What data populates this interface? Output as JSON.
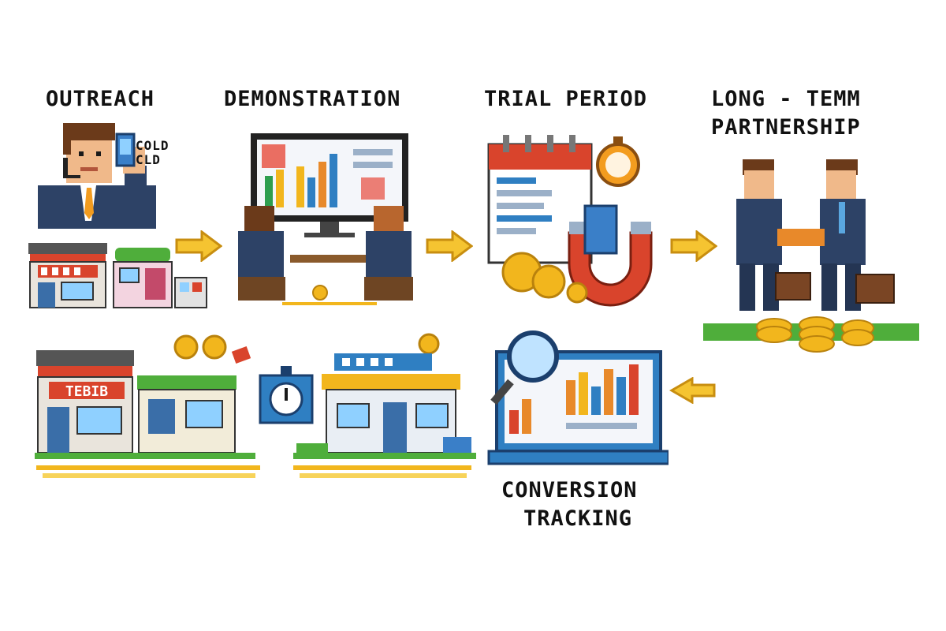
{
  "stages": {
    "outreach": {
      "title": "OUTREACH",
      "phone_text_1": "COLD",
      "phone_text_2": "CLD"
    },
    "demonstration": {
      "title": "DEMONSTRATION"
    },
    "trial": {
      "title": "TRIAL PERIOD"
    },
    "partnership": {
      "title_line1": "LONG - TEMM",
      "title_line2": "PARTNERSHIP"
    },
    "conversion": {
      "title_line1": "CONVERSION",
      "title_line2": "TRACKING"
    }
  },
  "store_signs": {
    "main": "TEBIB"
  },
  "colors": {
    "arrow": "#f5c431",
    "arrow_outline": "#c88e10",
    "suit": "#2d4266",
    "coin": "#f2b61d",
    "grass": "#4fae3b",
    "awning_red": "#d9442c",
    "screen_blue": "#2f7fc2"
  }
}
